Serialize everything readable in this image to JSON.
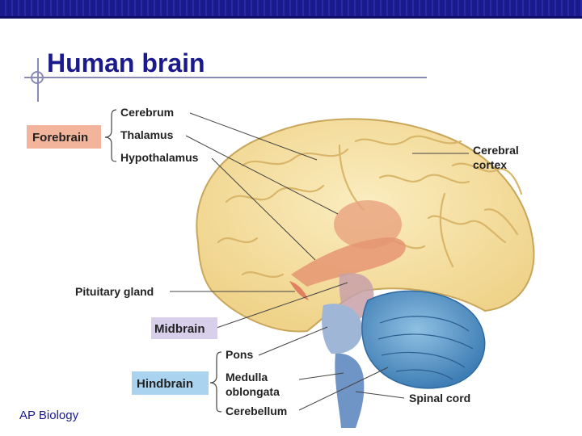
{
  "slide": {
    "title": "Human brain",
    "footer": "AP Biology"
  },
  "labels": {
    "forebrain": "Forebrain",
    "cerebrum": "Cerebrum",
    "thalamus": "Thalamus",
    "hypothalamus": "Hypothalamus",
    "cerebral_cortex_1": "Cerebral",
    "cerebral_cortex_2": "cortex",
    "pituitary_gland": "Pituitary gland",
    "midbrain": "Midbrain",
    "hindbrain": "Hindbrain",
    "pons": "Pons",
    "medulla_1": "Medulla",
    "medulla_2": "oblongata",
    "cerebellum": "Cerebellum",
    "spinal_cord": "Spinal cord"
  },
  "colors": {
    "title": "#1a1a8c",
    "forebrain_box": "#f2b49a",
    "midbrain_box": "#d8d0ea",
    "hindbrain_box": "#a9d3ee",
    "brain": "#f6e3a6",
    "cerebellum": "#6fa6cf",
    "thalamus": "#e6a07a"
  }
}
